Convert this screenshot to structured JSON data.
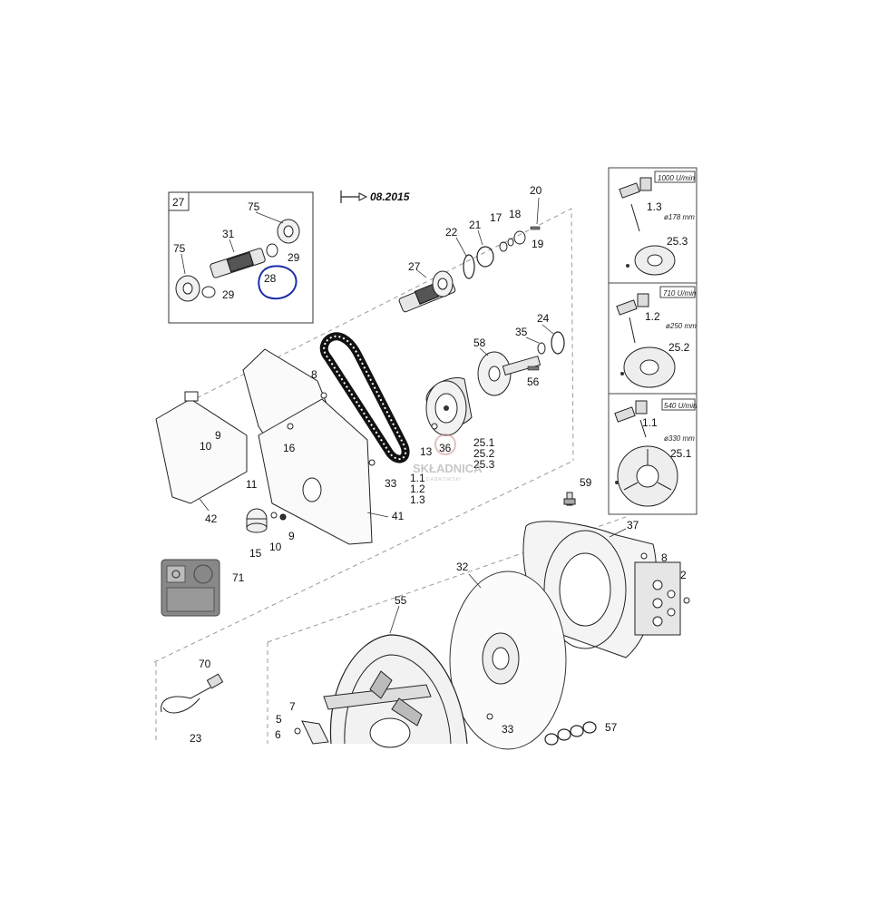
{
  "version_note": "08.2015",
  "inset": {
    "box_label": "27",
    "parts": [
      "75",
      "31",
      "75",
      "29",
      "28",
      "29"
    ]
  },
  "callouts": {
    "c20": "20",
    "c21": "21",
    "c22": "22",
    "c17": "17",
    "c18": "18",
    "c19": "19",
    "c27": "27",
    "c24": "24",
    "c35": "35",
    "c58": "58",
    "c56": "56",
    "c8a": "8",
    "c16": "16",
    "c9a": "9",
    "c10a": "10",
    "c13": "13",
    "c36": "36",
    "c25a": "25.1",
    "c25b": "25.2",
    "c25c": "25.3",
    "c33a": "33",
    "c11a": "1.1",
    "c12a": "1.2",
    "c13a": "1.3",
    "c11": "11",
    "c42": "42",
    "c41": "41",
    "c15": "15",
    "c10b": "10",
    "c9b": "9",
    "c59": "59",
    "c37": "37",
    "c8b": "8",
    "c2": "2",
    "c71": "71",
    "c32": "32",
    "c55": "55",
    "c70": "70",
    "c7": "7",
    "c5": "5",
    "c6": "6",
    "c33b": "33",
    "c57": "57",
    "c23": "23"
  },
  "variants": [
    {
      "speed": "1000 U/min",
      "shaft": "1.3",
      "dia": "ø178 mm",
      "part": "25.3"
    },
    {
      "speed": "710 U/min",
      "shaft": "1.2",
      "dia": "ø250 mm",
      "part": "25.2"
    },
    {
      "speed": "540 U/min",
      "shaft": "1.1",
      "dia": "ø330 mm",
      "part": "25.1"
    }
  ],
  "watermark": {
    "brand": "SKŁADNICA",
    "sub": "DABROWSKI"
  },
  "colors": {
    "highlight": "#1a2fa8",
    "line": "#222222",
    "dashed": "#999999"
  }
}
